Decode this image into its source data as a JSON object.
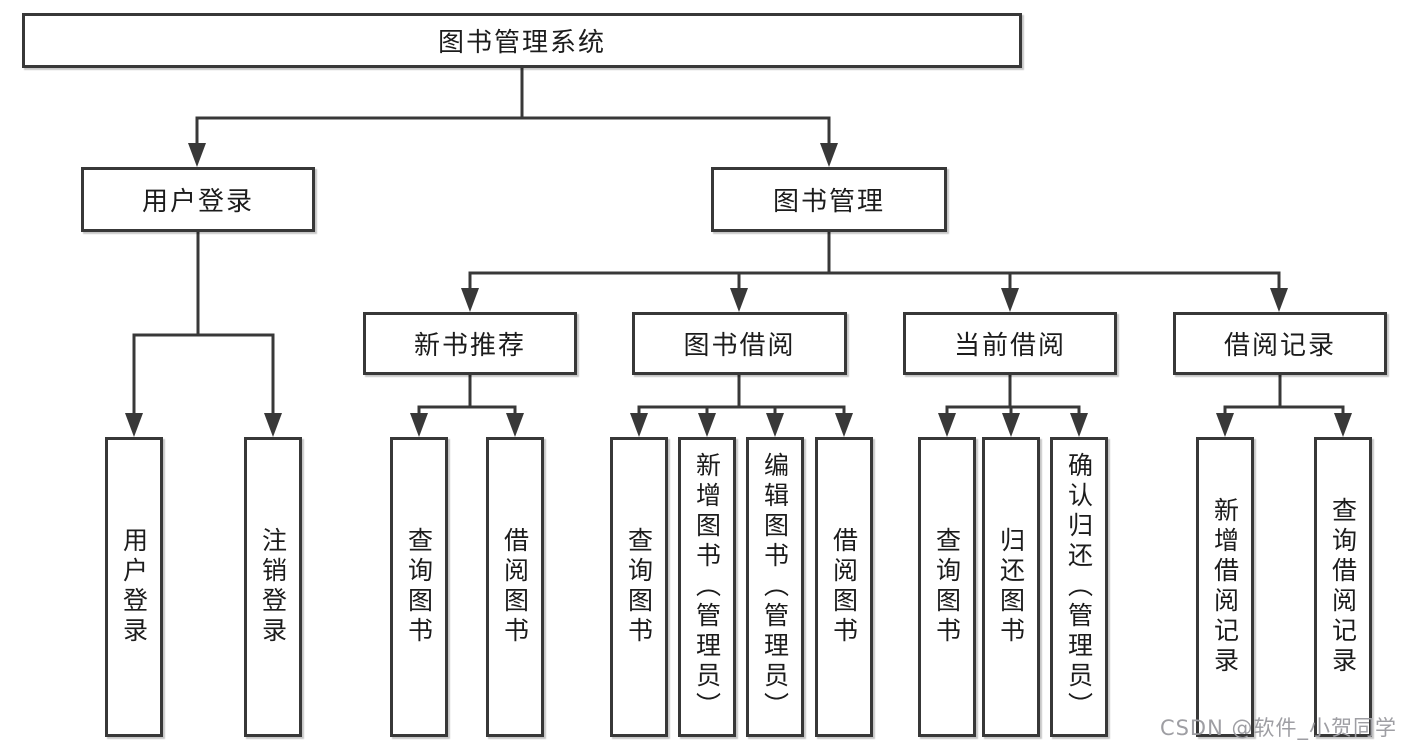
{
  "colors": {
    "line": "#383838",
    "text": "#1c1c1c",
    "background": "#ffffff",
    "watermark": "#9e9ea3"
  },
  "watermark": {
    "text": "CSDN @软件_小贺同学"
  },
  "tree": {
    "root": "图书管理系统",
    "level2": {
      "user_login": {
        "label": "用户登录",
        "children": [
          "用户登录",
          "注销登录"
        ]
      },
      "book_mgmt": {
        "label": "图书管理",
        "children": {
          "new_book_rec": {
            "label": "新书推荐",
            "children": [
              "查询图书",
              "借阅图书"
            ]
          },
          "book_borrow": {
            "label": "图书借阅",
            "children": [
              "查询图书",
              "新增图书（管理员）",
              "编辑图书（管理员）",
              "借阅图书"
            ]
          },
          "current_borrow": {
            "label": "当前借阅",
            "children": [
              "查询图书",
              "归还图书",
              "确认归还（管理员）"
            ]
          },
          "borrow_records": {
            "label": "借阅记录",
            "children": [
              "新增借阅记录",
              "查询借阅记录"
            ]
          }
        }
      }
    }
  }
}
